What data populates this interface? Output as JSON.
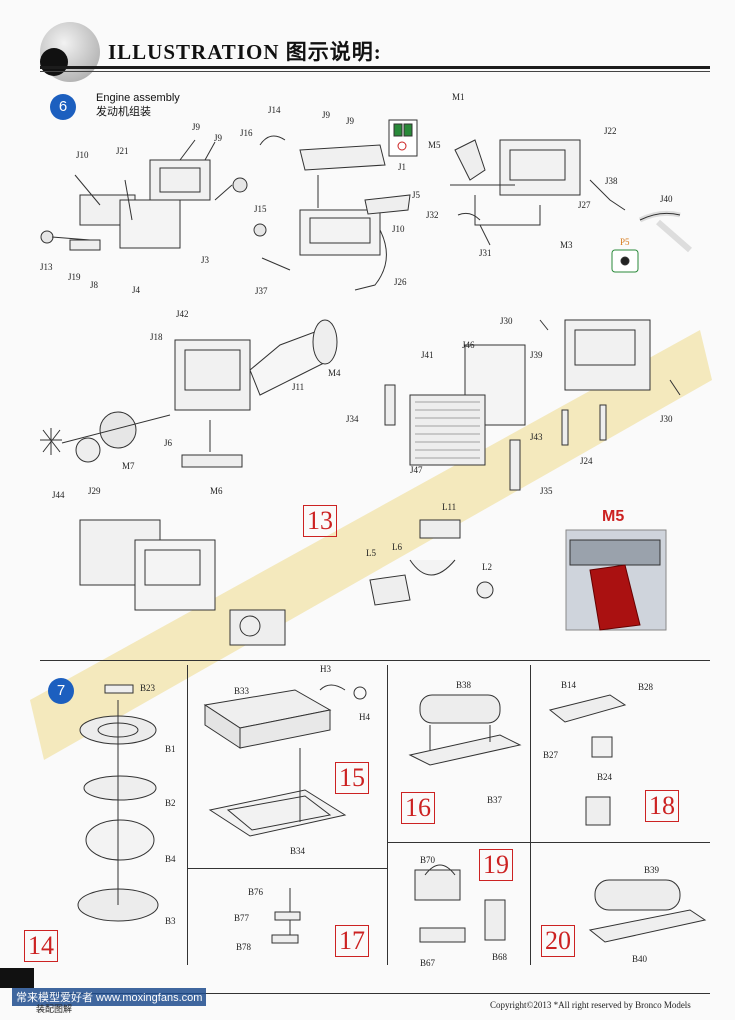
{
  "header": {
    "title": "ILLUSTRATION 图示说明:"
  },
  "step6": {
    "number": "6",
    "label_en": "Engine assembly",
    "label_cn": "发动机组装",
    "parts": {
      "J10": "J10",
      "J21": "J21",
      "J9a": "J9",
      "J9b": "J9",
      "J13": "J13",
      "J19": "J19",
      "J8": "J8",
      "J4": "J4",
      "J3": "J3",
      "J14": "J14",
      "J16": "J16",
      "J9c": "J9",
      "J9d": "J9",
      "J1": "J1",
      "J5": "J5",
      "J10b": "J10",
      "J15": "J15",
      "J37": "J37",
      "J26": "J26",
      "M1": "M1",
      "M5": "M5",
      "J22": "J22",
      "J38": "J38",
      "J40": "J40",
      "J27": "J27",
      "J32": "J32",
      "J31": "J31",
      "M3": "M3",
      "P5": "P5",
      "J42": "J42",
      "J18": "J18",
      "M4": "M4",
      "J11": "J11",
      "J6": "J6",
      "M7": "M7",
      "J44": "J44",
      "J29": "J29",
      "M6": "M6",
      "J30a": "J30",
      "J41": "J41",
      "J46": "J46",
      "J39": "J39",
      "J34": "J34",
      "J43": "J43",
      "J47": "J47",
      "J30b": "J30",
      "J24": "J24",
      "J35": "J35",
      "L11": "L11",
      "L5": "L5",
      "L6": "L6",
      "L2": "L2"
    },
    "callout_13": "13",
    "inset_label": "M5"
  },
  "step7": {
    "number": "7",
    "parts": {
      "B23": "B23",
      "B1": "B1",
      "B2": "B2",
      "B4": "B4",
      "B3": "B3",
      "H3": "H3",
      "B33": "B33",
      "H4": "H4",
      "B34": "B34",
      "B38": "B38",
      "B37": "B37",
      "B14": "B14",
      "B28": "B28",
      "B27": "B27",
      "B24": "B24",
      "B76": "B76",
      "B77": "B77",
      "B78": "B78",
      "B70": "B70",
      "B67": "B67",
      "B68": "B68",
      "B39": "B39",
      "B40": "B40"
    },
    "callouts": {
      "c14": "14",
      "c15": "15",
      "c16": "16",
      "c17": "17",
      "c18": "18",
      "c19": "19",
      "c20": "20"
    }
  },
  "footer": {
    "page": "装配图解",
    "copyright": "Copyright©2013  *All right reserved by Bronco Models",
    "watermark": "常来模型爱好者 www.moxingfans.com"
  }
}
